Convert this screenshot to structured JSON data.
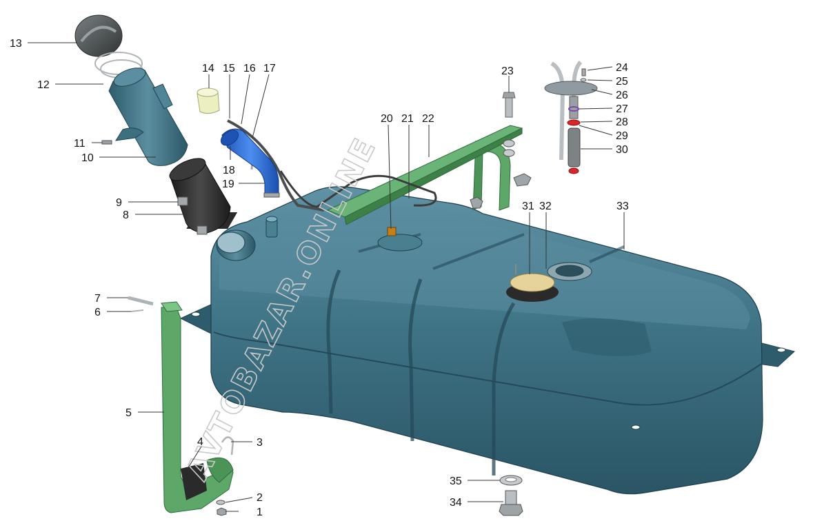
{
  "diagram": {
    "watermark": "AVTOBAZAR.ONLINE",
    "colors": {
      "tank": "#3f7486",
      "tank_dark": "#2c5868",
      "tank_light": "#6ea2b3",
      "bracket_green": "#5da869",
      "hose_blue": "#2b6fd6",
      "rubber_black": "#2a2a2a",
      "cap_gray": "#4d5253",
      "filter_yellow": "#ecefc0",
      "seal_red": "#d8262b",
      "metal": "#b9bec2",
      "flange_tan": "#e6d39a"
    },
    "callouts": [
      {
        "id": "1",
        "label": "1"
      },
      {
        "id": "2",
        "label": "2"
      },
      {
        "id": "3",
        "label": "3"
      },
      {
        "id": "4",
        "label": "4"
      },
      {
        "id": "5",
        "label": "5"
      },
      {
        "id": "6",
        "label": "6"
      },
      {
        "id": "7",
        "label": "7"
      },
      {
        "id": "8",
        "label": "8"
      },
      {
        "id": "9",
        "label": "9"
      },
      {
        "id": "10",
        "label": "10"
      },
      {
        "id": "11",
        "label": "11"
      },
      {
        "id": "12",
        "label": "12"
      },
      {
        "id": "13",
        "label": "13"
      },
      {
        "id": "14",
        "label": "14"
      },
      {
        "id": "15",
        "label": "15"
      },
      {
        "id": "16",
        "label": "16"
      },
      {
        "id": "17",
        "label": "17"
      },
      {
        "id": "18",
        "label": "18"
      },
      {
        "id": "19",
        "label": "19"
      },
      {
        "id": "20",
        "label": "20"
      },
      {
        "id": "21",
        "label": "21"
      },
      {
        "id": "22",
        "label": "22"
      },
      {
        "id": "23",
        "label": "23"
      },
      {
        "id": "24",
        "label": "24"
      },
      {
        "id": "25",
        "label": "25"
      },
      {
        "id": "26",
        "label": "26"
      },
      {
        "id": "27",
        "label": "27"
      },
      {
        "id": "28",
        "label": "28"
      },
      {
        "id": "29",
        "label": "29"
      },
      {
        "id": "30",
        "label": "30"
      },
      {
        "id": "31",
        "label": "31"
      },
      {
        "id": "32",
        "label": "32"
      },
      {
        "id": "33",
        "label": "33"
      },
      {
        "id": "34",
        "label": "34"
      },
      {
        "id": "35",
        "label": "35"
      }
    ]
  }
}
